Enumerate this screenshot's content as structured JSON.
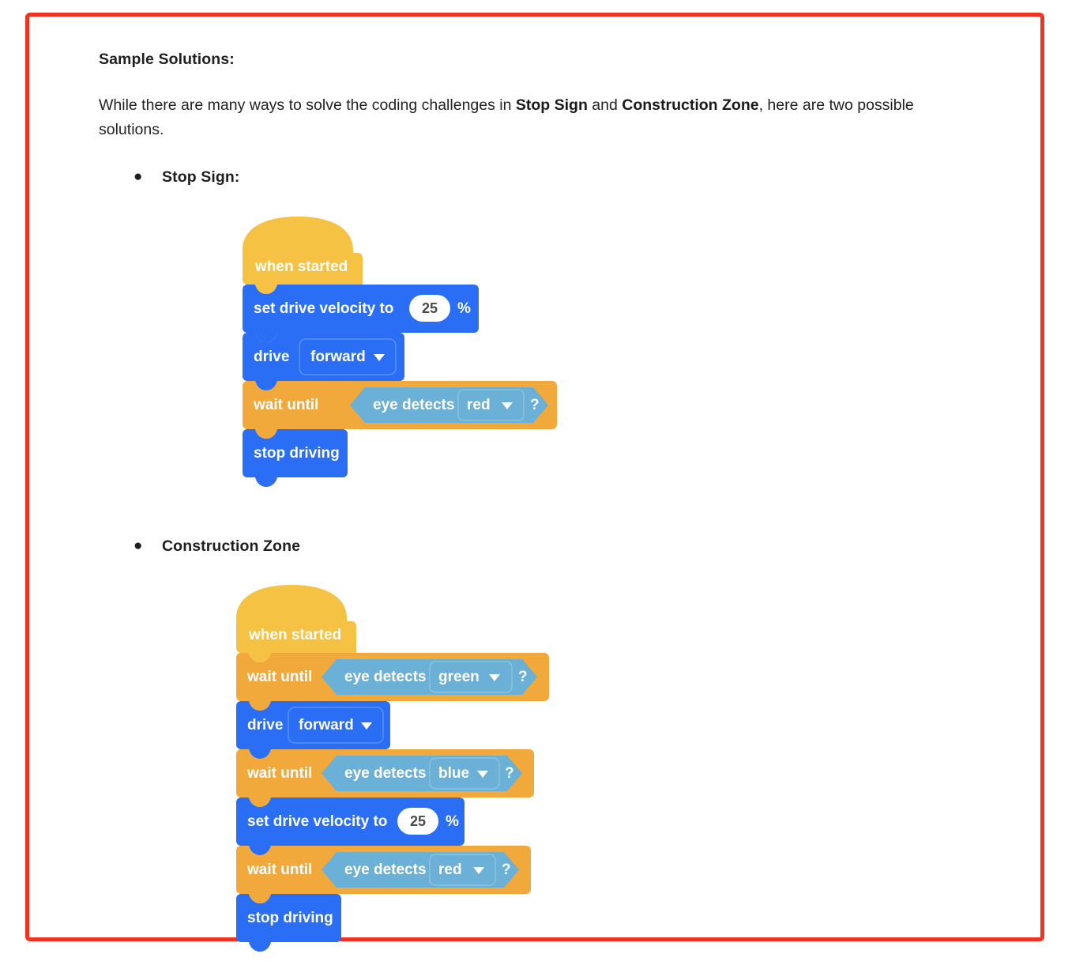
{
  "document": {
    "heading": "Sample Solutions:",
    "paragraph": {
      "part1": "While there are many ways to solve the coding challenges in ",
      "bold1": "Stop Sign",
      "part2": " and ",
      "bold2": "Construction Zone",
      "part3": ", here are two possible solutions."
    },
    "bullet_glyph": "●"
  },
  "sections": [
    {
      "label": "Stop Sign:"
    },
    {
      "label": "Construction Zone"
    }
  ],
  "colors": {
    "frame_red": "#EE3322",
    "hat_yellow": "#F5C243",
    "control_orange": "#F2A93B",
    "drivetrain_blue": "#2A6EF5",
    "sensing_blue": "#6BB0D6",
    "text_white": "#FFFFFF",
    "number_oval": "#FFFFFF",
    "body_text": "#222222"
  },
  "programs": [
    {
      "name": "stop-sign-program",
      "blocks": [
        {
          "kind": "hat",
          "label": "when started"
        },
        {
          "kind": "stack",
          "category": "drivetrain",
          "label": "set drive velocity to",
          "input": {
            "type": "number",
            "value": "25"
          },
          "suffix": "%"
        },
        {
          "kind": "stack",
          "category": "drivetrain",
          "label": "drive",
          "input": {
            "type": "dropdown",
            "value": "forward"
          }
        },
        {
          "kind": "control",
          "label": "wait until",
          "boolean": {
            "label": "eye detects",
            "input": {
              "type": "dropdown",
              "value": "red"
            },
            "suffix": "?"
          }
        },
        {
          "kind": "stack",
          "category": "drivetrain",
          "label": "stop driving"
        }
      ]
    },
    {
      "name": "construction-zone-program",
      "blocks": [
        {
          "kind": "hat",
          "label": "when started"
        },
        {
          "kind": "control",
          "label": "wait until",
          "boolean": {
            "label": "eye detects",
            "input": {
              "type": "dropdown",
              "value": "green"
            },
            "suffix": "?"
          }
        },
        {
          "kind": "stack",
          "category": "drivetrain",
          "label": "drive",
          "input": {
            "type": "dropdown",
            "value": "forward"
          }
        },
        {
          "kind": "control",
          "label": "wait until",
          "boolean": {
            "label": "eye detects",
            "input": {
              "type": "dropdown",
              "value": "blue"
            },
            "suffix": "?"
          }
        },
        {
          "kind": "stack",
          "category": "drivetrain",
          "label": "set drive velocity to",
          "input": {
            "type": "number",
            "value": "25"
          },
          "suffix": "%"
        },
        {
          "kind": "control",
          "label": "wait until",
          "boolean": {
            "label": "eye detects",
            "input": {
              "type": "dropdown",
              "value": "red"
            },
            "suffix": "?"
          }
        },
        {
          "kind": "stack",
          "category": "drivetrain",
          "label": "stop driving"
        }
      ]
    }
  ]
}
